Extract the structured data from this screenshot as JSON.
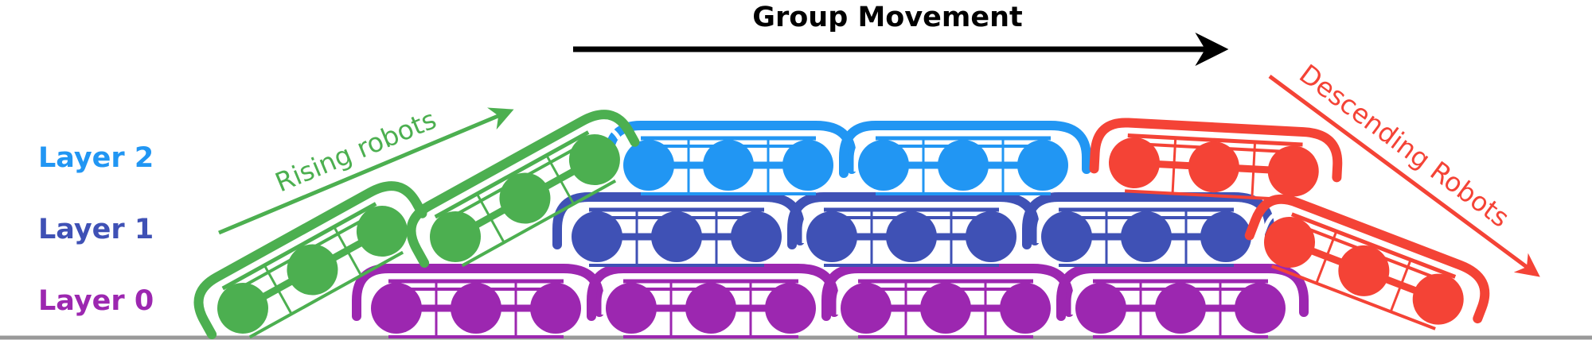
{
  "title": "Group Movement",
  "layer_labels": [
    {
      "text": "Layer 2",
      "color": "#2196F3"
    },
    {
      "text": "Layer 1",
      "color": "#3F51B5"
    },
    {
      "text": "Layer 0",
      "color": "#9C27B0"
    }
  ],
  "annotations": {
    "rising": {
      "text": "Rising robots",
      "color": "#4CAF50"
    },
    "descending": {
      "text": "Descending Robots",
      "color": "#F44336"
    }
  },
  "colors": {
    "arrow": "#000000",
    "ground": "#999999",
    "layer0": "#9C27B0",
    "layer1": "#3F51B5",
    "layer2": "#2196F3",
    "rising": "#4CAF50",
    "descending": "#F44336"
  },
  "layers": [
    {
      "name": "Layer 0",
      "robot_count": 4
    },
    {
      "name": "Layer 1",
      "robot_count": 3
    },
    {
      "name": "Layer 2",
      "robot_count": 2
    }
  ]
}
